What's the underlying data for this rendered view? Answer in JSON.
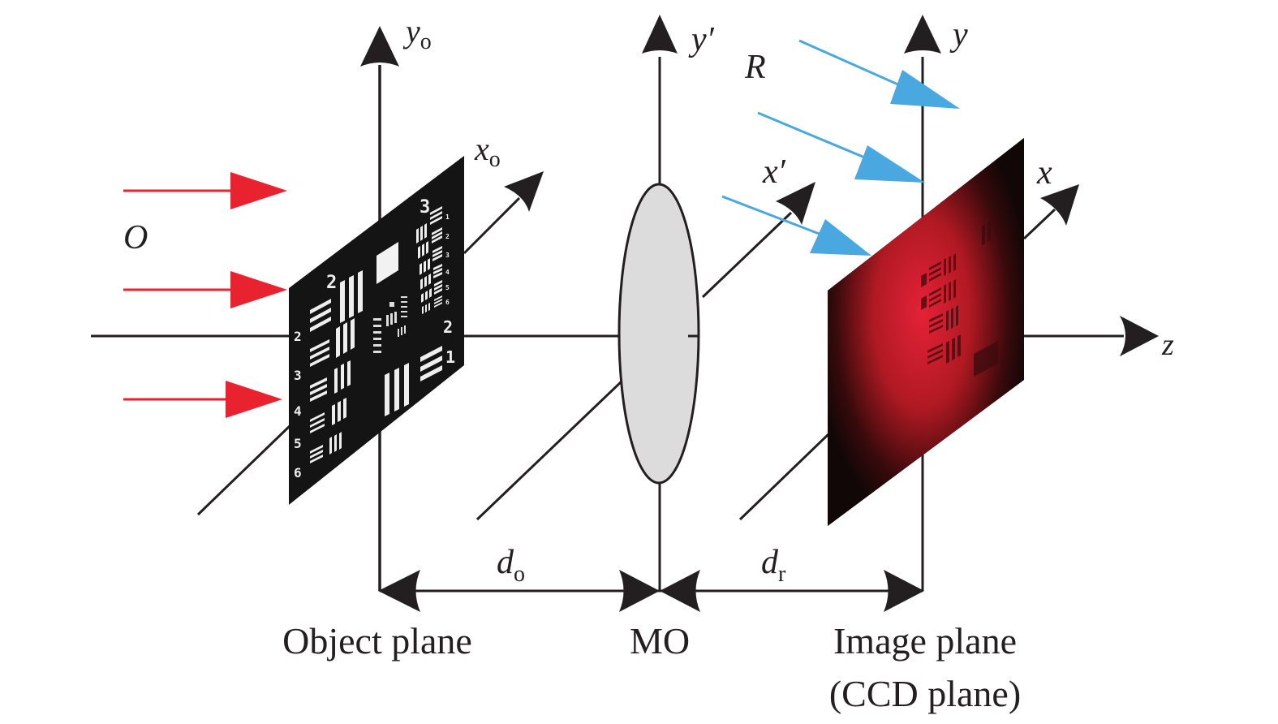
{
  "diagram": {
    "title": "Digital holographic microscopy imaging geometry",
    "colors": {
      "axis": "#231f20",
      "object_beam": "#e8232f",
      "reference_beam": "#4aa8e0",
      "lens_fill": "#dcdcdd",
      "target_bg": "#111111",
      "hologram_glow": "#ee2233"
    },
    "beams": {
      "object": {
        "label": "O",
        "count": 3
      },
      "reference": {
        "label": "R",
        "count": 3
      }
    },
    "axes": {
      "object_plane": {
        "y_label": "y",
        "y_sub": "o",
        "x_label": "x",
        "x_sub": "o"
      },
      "lens_plane": {
        "y_label": "y′",
        "x_label": "x′"
      },
      "image_plane": {
        "y_label": "y",
        "x_label": "x"
      },
      "optical_axis": {
        "label": "z"
      }
    },
    "distances": {
      "object_to_lens": {
        "label": "d",
        "sub": "o"
      },
      "lens_to_image": {
        "label": "d",
        "sub": "r"
      }
    },
    "planes": {
      "object": {
        "label": "Object plane"
      },
      "lens": {
        "label": "MO"
      },
      "image": {
        "label_line1": "Image plane",
        "label_line2": "(CCD plane)"
      }
    },
    "usaf_target": {
      "left_digits": [
        "2",
        "3",
        "4",
        "5",
        "6"
      ],
      "top_group": "2",
      "right_group_top": "3",
      "right_group_digits": [
        "1",
        "2",
        "3",
        "4",
        "5",
        "6"
      ],
      "bottom_right_group": "2",
      "bottom_right_element": "1"
    }
  }
}
